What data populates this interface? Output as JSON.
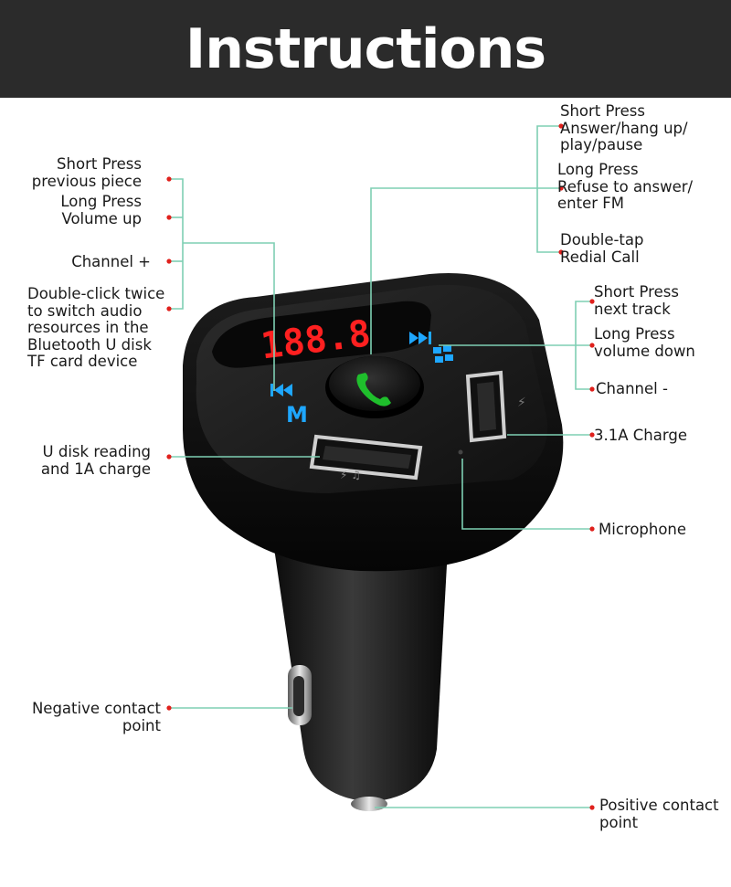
{
  "header": {
    "title": "Instructions"
  },
  "device": {
    "display_text": "188.8",
    "button_m_label": "M"
  },
  "labels": {
    "prev": [
      "Short Press",
      "previous piece"
    ],
    "vol_up": [
      "Long Press",
      "Volume up"
    ],
    "ch_plus": [
      "Channel +"
    ],
    "dbl_click": [
      "Double-click twice",
      "to switch audio",
      "resources in the",
      "Bluetooth U disk",
      "TF card device"
    ],
    "usb_left": [
      "U disk reading",
      "and 1A charge"
    ],
    "negative": [
      "Negative contact",
      "point"
    ],
    "answer": [
      "Short Press",
      "Answer/hang up/",
      "play/pause"
    ],
    "refuse": [
      "Long Press",
      "Refuse to answer/",
      "enter FM"
    ],
    "redial": [
      "Double-tap",
      "Redial Call"
    ],
    "next": [
      "Short Press",
      "next track"
    ],
    "vol_down": [
      "Long Press",
      "volume down"
    ],
    "ch_minus": [
      "Channel -"
    ],
    "charge": [
      "3.1A Charge"
    ],
    "microphone": [
      "Microphone"
    ],
    "positive": [
      "Positive contact",
      "point"
    ]
  },
  "colors": {
    "leader": "#7ecfb3",
    "dot": "#e0201c",
    "header_bg": "#2b2b2b",
    "display": "#ff2020",
    "icon_blue": "#1ea7ff",
    "phone_green": "#1fbf2c"
  }
}
